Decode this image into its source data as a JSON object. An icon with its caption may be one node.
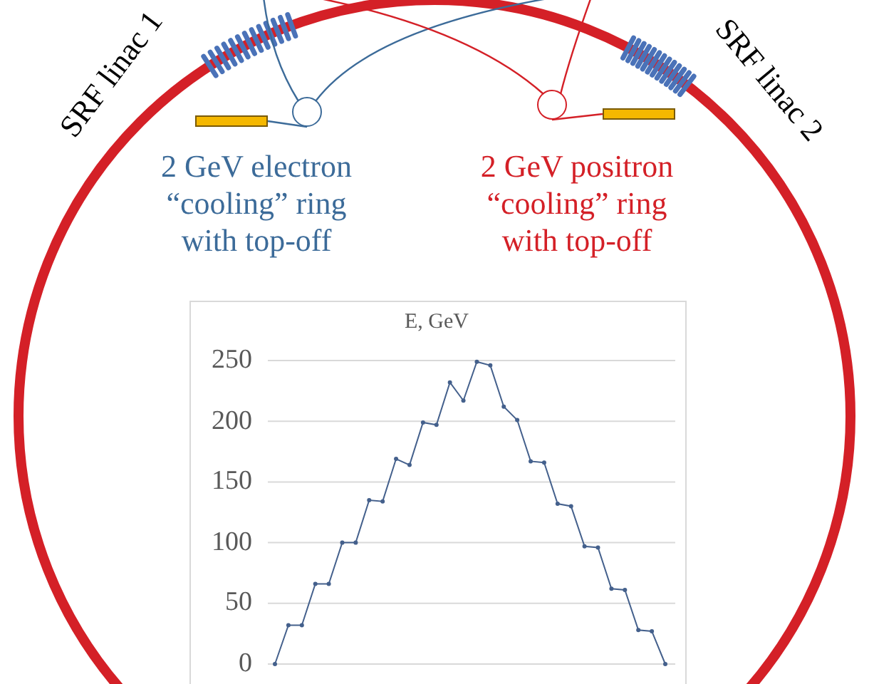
{
  "diagram": {
    "nodes": [
      {
        "text": [],
        "shape": "bar"
      },
      {
        "text": [],
        "shape": "circle",
        "beside": [
          "2 GeV electron “cooling” ring with top-off"
        ]
      },
      {
        "text": [],
        "shape": "circle",
        "beside": [
          "2 GeV positron “cooling” ring with top-off"
        ]
      },
      {
        "text": [],
        "shape": "bar"
      }
    ],
    "edges": [
      {
        "from": 0,
        "to": 1,
        "arrow": "none"
      },
      {
        "from": 1,
        "to": null,
        "arrow": "none"
      },
      {
        "from": 1,
        "to": null,
        "arrow": "none"
      },
      {
        "from": 3,
        "to": 2,
        "arrow": "none",
        "color": "#d42027"
      },
      {
        "from": 2,
        "to": null,
        "arrow": "none",
        "color": "#d42027"
      },
      {
        "from": 2,
        "to": null,
        "arrow": "none",
        "color": "#d42027"
      }
    ],
    "labels": [
      "SRF linac 1",
      "SRF linac 2"
    ],
    "chart_data": {
      "type": "line",
      "title": "E, GeV",
      "values": [
        0,
        32,
        32,
        66,
        66,
        100,
        100,
        135,
        134,
        169,
        164,
        199,
        197,
        232,
        217,
        249,
        246,
        212,
        201,
        167,
        166,
        132,
        130,
        97,
        96,
        62,
        61,
        28,
        27,
        0
      ],
      "grid": true,
      "marker": true,
      "ylim": [
        0,
        250
      ],
      "yticks": [
        0,
        50,
        100,
        150,
        200,
        250
      ]
    }
  }
}
